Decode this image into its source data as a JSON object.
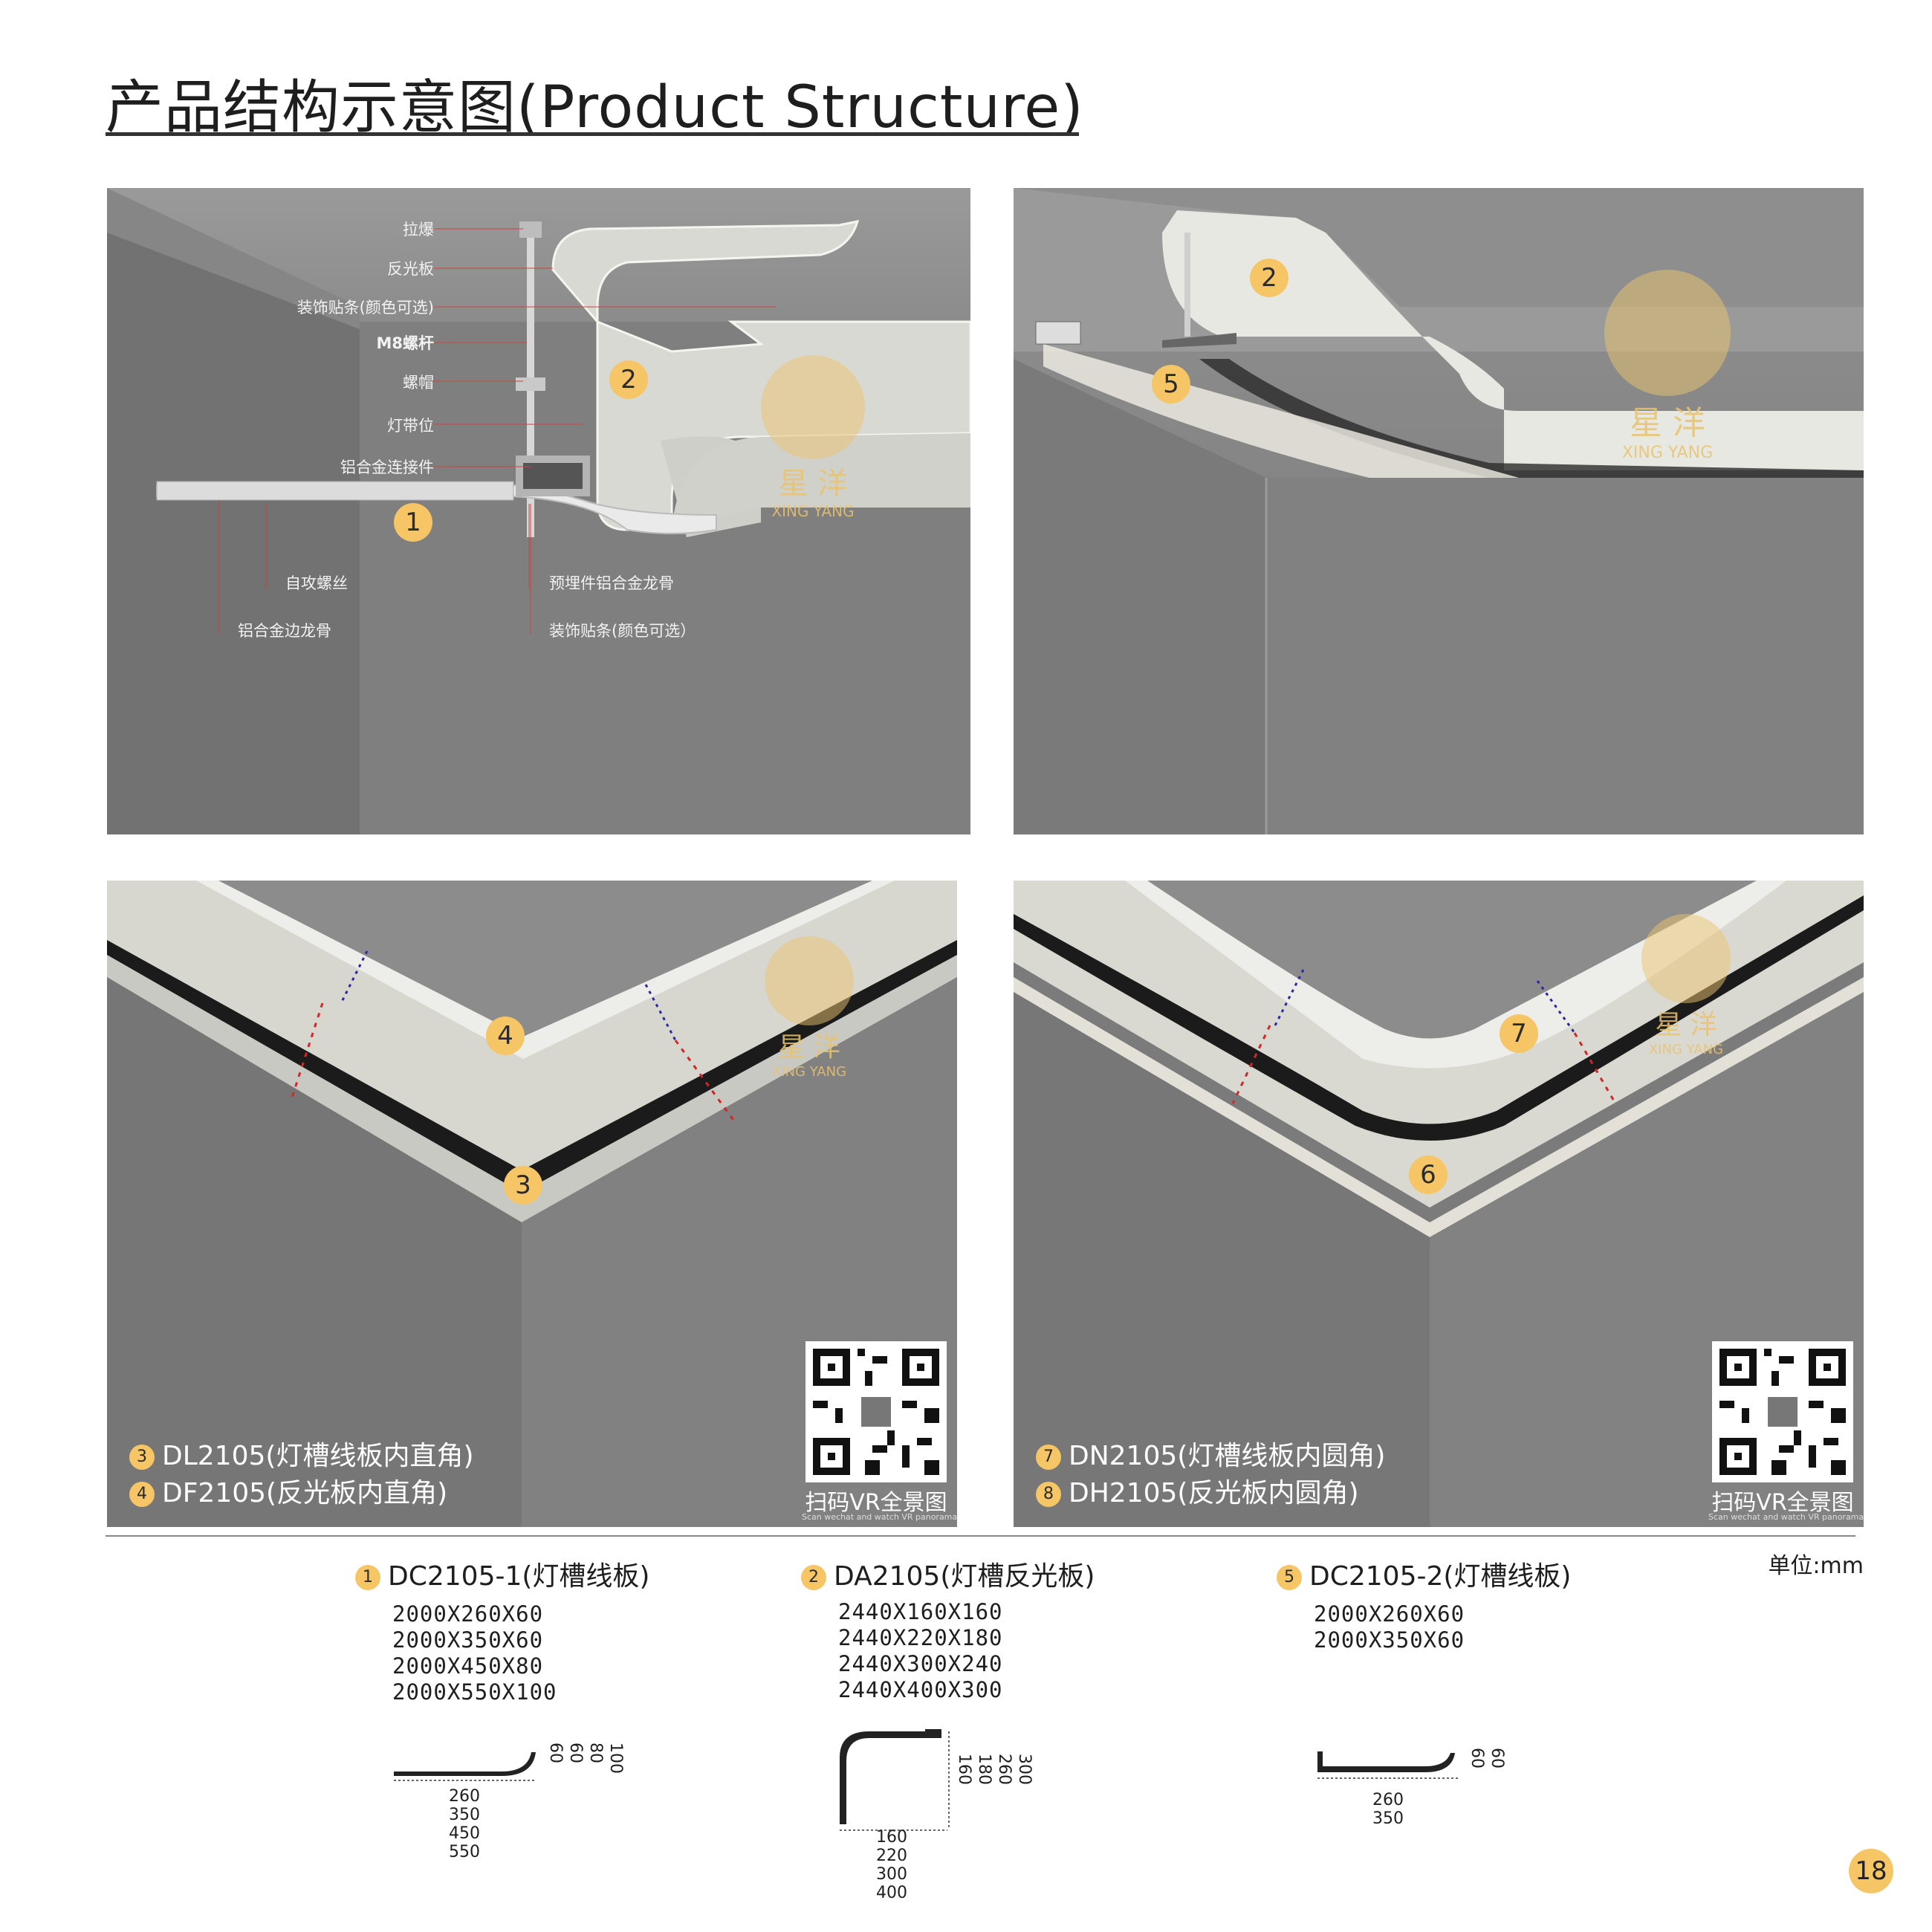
{
  "title": "产品结构示意图(Product Structure)",
  "watermark": {
    "cn": "星   洋",
    "en": "XING   YANG"
  },
  "panel1": {
    "labels_left": [
      "拉爆",
      "反光板",
      "装饰贴条(颜色可选)",
      "M8螺杆",
      "螺帽",
      "灯带位",
      "铝合金连接件"
    ],
    "labels_bottom": [
      "自攻螺丝",
      "铝合金边龙骨",
      "预埋件铝合金龙骨",
      "装饰贴条(颜色可选）"
    ],
    "badges": [
      "1",
      "2"
    ]
  },
  "panel2": {
    "badges": [
      "2",
      "5"
    ]
  },
  "panel3": {
    "badges": [
      "4",
      "3"
    ],
    "captions": [
      {
        "num": "3",
        "text": "DL2105(灯槽线板内直角)"
      },
      {
        "num": "4",
        "text": "DF2105(反光板内直角)"
      }
    ],
    "qr_text": "扫码VR全景图",
    "qr_sub": "Scan wechat and watch VR panorama"
  },
  "panel4": {
    "badges": [
      "7",
      "6"
    ],
    "captions": [
      {
        "num": "7",
        "text": "DN2105(灯槽线板内圆角)"
      },
      {
        "num": "8",
        "text": "DH2105(反光板内圆角)"
      }
    ],
    "qr_text": "扫码VR全景图",
    "qr_sub": "Scan wechat and watch VR panorama"
  },
  "unit": "单位:mm",
  "products": [
    {
      "num": "1",
      "name": "DC2105-1(灯槽线板)",
      "sizes": [
        "2000X260X60",
        "2000X350X60",
        "2000X450X80",
        "2000X550X100"
      ],
      "widths": [
        "260",
        "350",
        "450",
        "550"
      ],
      "heights": [
        "60",
        "60",
        "80",
        "100"
      ]
    },
    {
      "num": "2",
      "name": "DA2105(灯槽反光板)",
      "sizes": [
        "2440X160X160",
        "2440X220X180",
        "2440X300X240",
        "2440X400X300"
      ],
      "widths": [
        "160",
        "220",
        "300",
        "400"
      ],
      "heights": [
        "160",
        "180",
        "260",
        "300"
      ]
    },
    {
      "num": "5",
      "name": "DC2105-2(灯槽线板)",
      "sizes": [
        "2000X260X60",
        "2000X350X60"
      ],
      "widths": [
        "260",
        "350"
      ],
      "heights": [
        "60",
        "60"
      ]
    }
  ],
  "page_number": "18",
  "colors": {
    "badge": "#f6c565",
    "panel_bg": "#7b7b7b",
    "ceiling": "#8f8f8f",
    "light": "#f4f2ea"
  }
}
